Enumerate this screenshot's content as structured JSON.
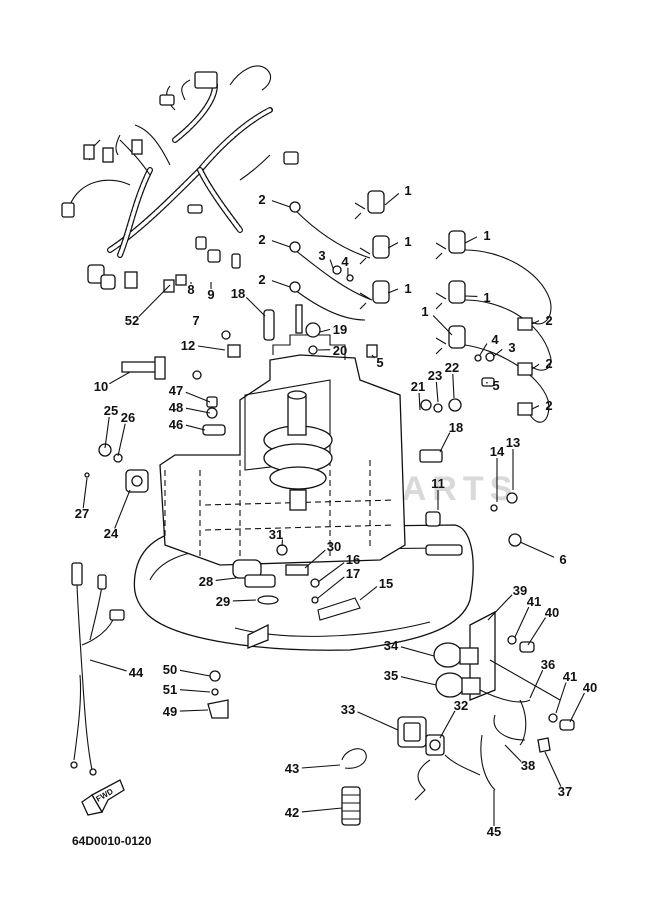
{
  "diagram": {
    "code": "64D0010-0120",
    "watermark": "MARINE PARTS",
    "fwd_label": "FWD",
    "callouts": [
      {
        "id": "c1a",
        "label": "1"
      },
      {
        "id": "c1b",
        "label": "1"
      },
      {
        "id": "c1c",
        "label": "1"
      },
      {
        "id": "c1d",
        "label": "1"
      },
      {
        "id": "c1e",
        "label": "1"
      },
      {
        "id": "c1f",
        "label": "1"
      },
      {
        "id": "c2a",
        "label": "2"
      },
      {
        "id": "c2b",
        "label": "2"
      },
      {
        "id": "c2c",
        "label": "2"
      },
      {
        "id": "c2d",
        "label": "2"
      },
      {
        "id": "c2e",
        "label": "2"
      },
      {
        "id": "c2f",
        "label": "2"
      },
      {
        "id": "c3a",
        "label": "3"
      },
      {
        "id": "c3b",
        "label": "3"
      },
      {
        "id": "c4a",
        "label": "4"
      },
      {
        "id": "c4b",
        "label": "4"
      },
      {
        "id": "c5a",
        "label": "5"
      },
      {
        "id": "c5b",
        "label": "5"
      },
      {
        "id": "c6",
        "label": "6"
      },
      {
        "id": "c7",
        "label": "7"
      },
      {
        "id": "c8",
        "label": "8"
      },
      {
        "id": "c9",
        "label": "9"
      },
      {
        "id": "c10",
        "label": "10"
      },
      {
        "id": "c11",
        "label": "11"
      },
      {
        "id": "c12",
        "label": "12"
      },
      {
        "id": "c13",
        "label": "13"
      },
      {
        "id": "c14",
        "label": "14"
      },
      {
        "id": "c15",
        "label": "15"
      },
      {
        "id": "c16",
        "label": "16"
      },
      {
        "id": "c17",
        "label": "17"
      },
      {
        "id": "c18a",
        "label": "18"
      },
      {
        "id": "c18b",
        "label": "18"
      },
      {
        "id": "c19",
        "label": "19"
      },
      {
        "id": "c20",
        "label": "20"
      },
      {
        "id": "c21",
        "label": "21"
      },
      {
        "id": "c22",
        "label": "22"
      },
      {
        "id": "c23",
        "label": "23"
      },
      {
        "id": "c24",
        "label": "24"
      },
      {
        "id": "c25",
        "label": "25"
      },
      {
        "id": "c26",
        "label": "26"
      },
      {
        "id": "c27",
        "label": "27"
      },
      {
        "id": "c28",
        "label": "28"
      },
      {
        "id": "c29",
        "label": "29"
      },
      {
        "id": "c30",
        "label": "30"
      },
      {
        "id": "c31",
        "label": "31"
      },
      {
        "id": "c32",
        "label": "32"
      },
      {
        "id": "c33",
        "label": "33"
      },
      {
        "id": "c34",
        "label": "34"
      },
      {
        "id": "c35",
        "label": "35"
      },
      {
        "id": "c36",
        "label": "36"
      },
      {
        "id": "c37",
        "label": "37"
      },
      {
        "id": "c38",
        "label": "38"
      },
      {
        "id": "c39",
        "label": "39"
      },
      {
        "id": "c40a",
        "label": "40"
      },
      {
        "id": "c40b",
        "label": "40"
      },
      {
        "id": "c41a",
        "label": "41"
      },
      {
        "id": "c41b",
        "label": "41"
      },
      {
        "id": "c42",
        "label": "42"
      },
      {
        "id": "c43",
        "label": "43"
      },
      {
        "id": "c44",
        "label": "44"
      },
      {
        "id": "c45",
        "label": "45"
      },
      {
        "id": "c46",
        "label": "46"
      },
      {
        "id": "c47",
        "label": "47"
      },
      {
        "id": "c48",
        "label": "48"
      },
      {
        "id": "c49",
        "label": "49"
      },
      {
        "id": "c50",
        "label": "50"
      },
      {
        "id": "c51",
        "label": "51"
      },
      {
        "id": "c52",
        "label": "52"
      }
    ]
  }
}
